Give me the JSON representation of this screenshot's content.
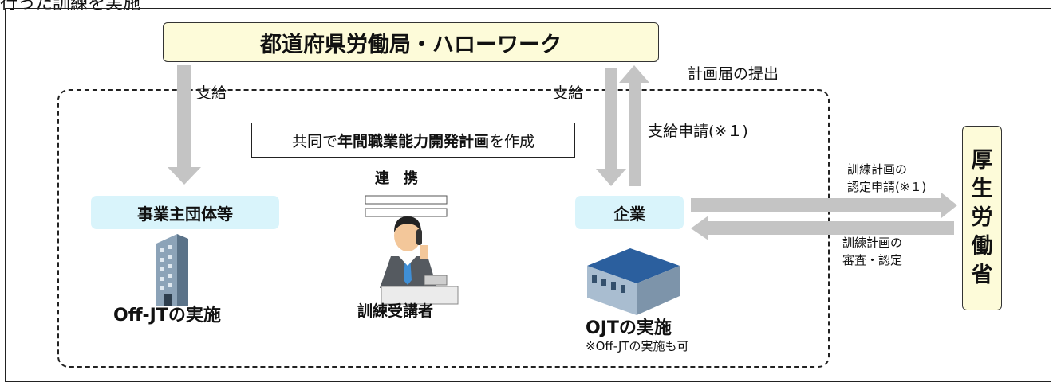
{
  "header_partial": "行った訓練を実施",
  "labour_office": "都道府県労働局・ハローワーク",
  "ministry": [
    "厚",
    "生",
    "労",
    "働",
    "省"
  ],
  "plan_box": {
    "pre": "共同で",
    "bold": "年間職業能力開発計画",
    "post": "を作成"
  },
  "arrows": {
    "payment_left": "支給",
    "payment_right": "支給",
    "plan_submit": "計画届の提出",
    "payment_request": "支給申請(※１)",
    "cert_request_l1": "訓練計画の",
    "cert_request_l2": "認定申請(※１)",
    "review_l1": "訓練計画の",
    "review_l2": "審査・認定"
  },
  "cooperation": "連　携",
  "business_org": {
    "label": "事業主団体等",
    "caption": "Off-JTの実施"
  },
  "trainee": "訓練受講者",
  "company": {
    "label": "企業",
    "caption": "OJTの実施",
    "note": "※Off-JTの実施も可"
  },
  "colors": {
    "box_fill": "#fdfbd9",
    "pill_fill": "#d9f4fb",
    "arrow": "#c4c4c4"
  }
}
